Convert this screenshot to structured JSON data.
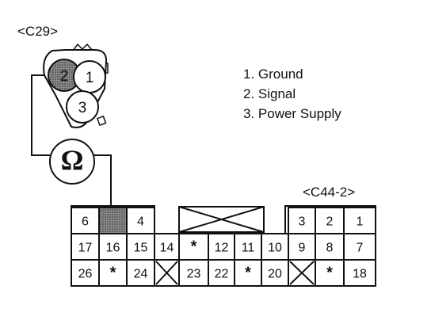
{
  "sensor_connector": {
    "label": "<C29>",
    "pins": [
      "2",
      "1",
      "3"
    ]
  },
  "legend": [
    "1. Ground",
    "2. Signal",
    "3. Power Supply"
  ],
  "meter_symbol": "Ω",
  "ecu_connector": {
    "label": "<C44-2>",
    "row1": [
      "6",
      "",
      "4",
      "3",
      "2",
      "1"
    ],
    "row2": [
      "17",
      "16",
      "15",
      "14",
      "*",
      "12",
      "11",
      "10",
      "9",
      "8",
      "7"
    ],
    "row3": [
      "26",
      "*",
      "24",
      "",
      "23",
      "22",
      "*",
      "20",
      "",
      "*",
      "18"
    ]
  }
}
